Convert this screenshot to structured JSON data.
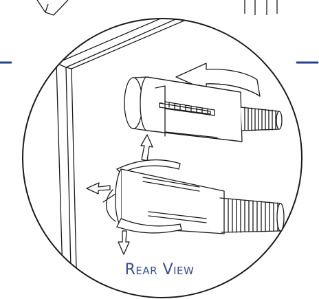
{
  "caption": "Rear View",
  "colors": {
    "line": "#1a1a1a",
    "accent": "#23418f",
    "caption": "#3a4d8f",
    "arrow_fill": "#ffffff"
  },
  "icons": [
    "wall-plate",
    "expansion-bolt",
    "expanded-anchor",
    "rotation-arrow",
    "expansion-arrows"
  ]
}
